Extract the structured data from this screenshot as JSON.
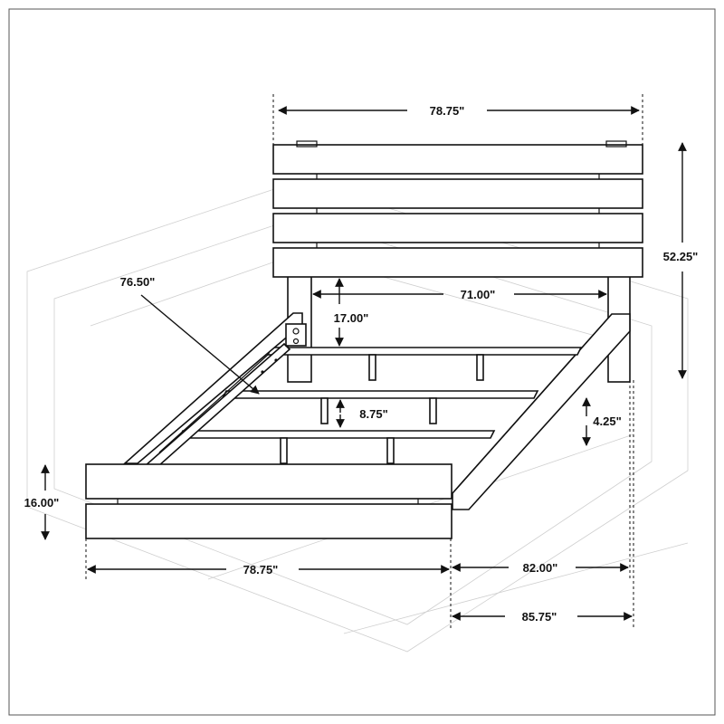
{
  "dimensions": {
    "headboard_width": "78.75\"",
    "overall_height": "52.25\"",
    "side_rail_length": "76.50\"",
    "inner_width": "71.00\"",
    "clearance_height": "17.00\"",
    "slat_support_height": "8.75\"",
    "rail_height": "4.25\"",
    "footboard_height": "16.00\"",
    "footboard_width": "78.75\"",
    "inner_length": "82.00\"",
    "overall_length": "85.75\""
  },
  "colors": {
    "line": "#111111",
    "background": "#ffffff",
    "watermark": "#cfcfcf"
  }
}
